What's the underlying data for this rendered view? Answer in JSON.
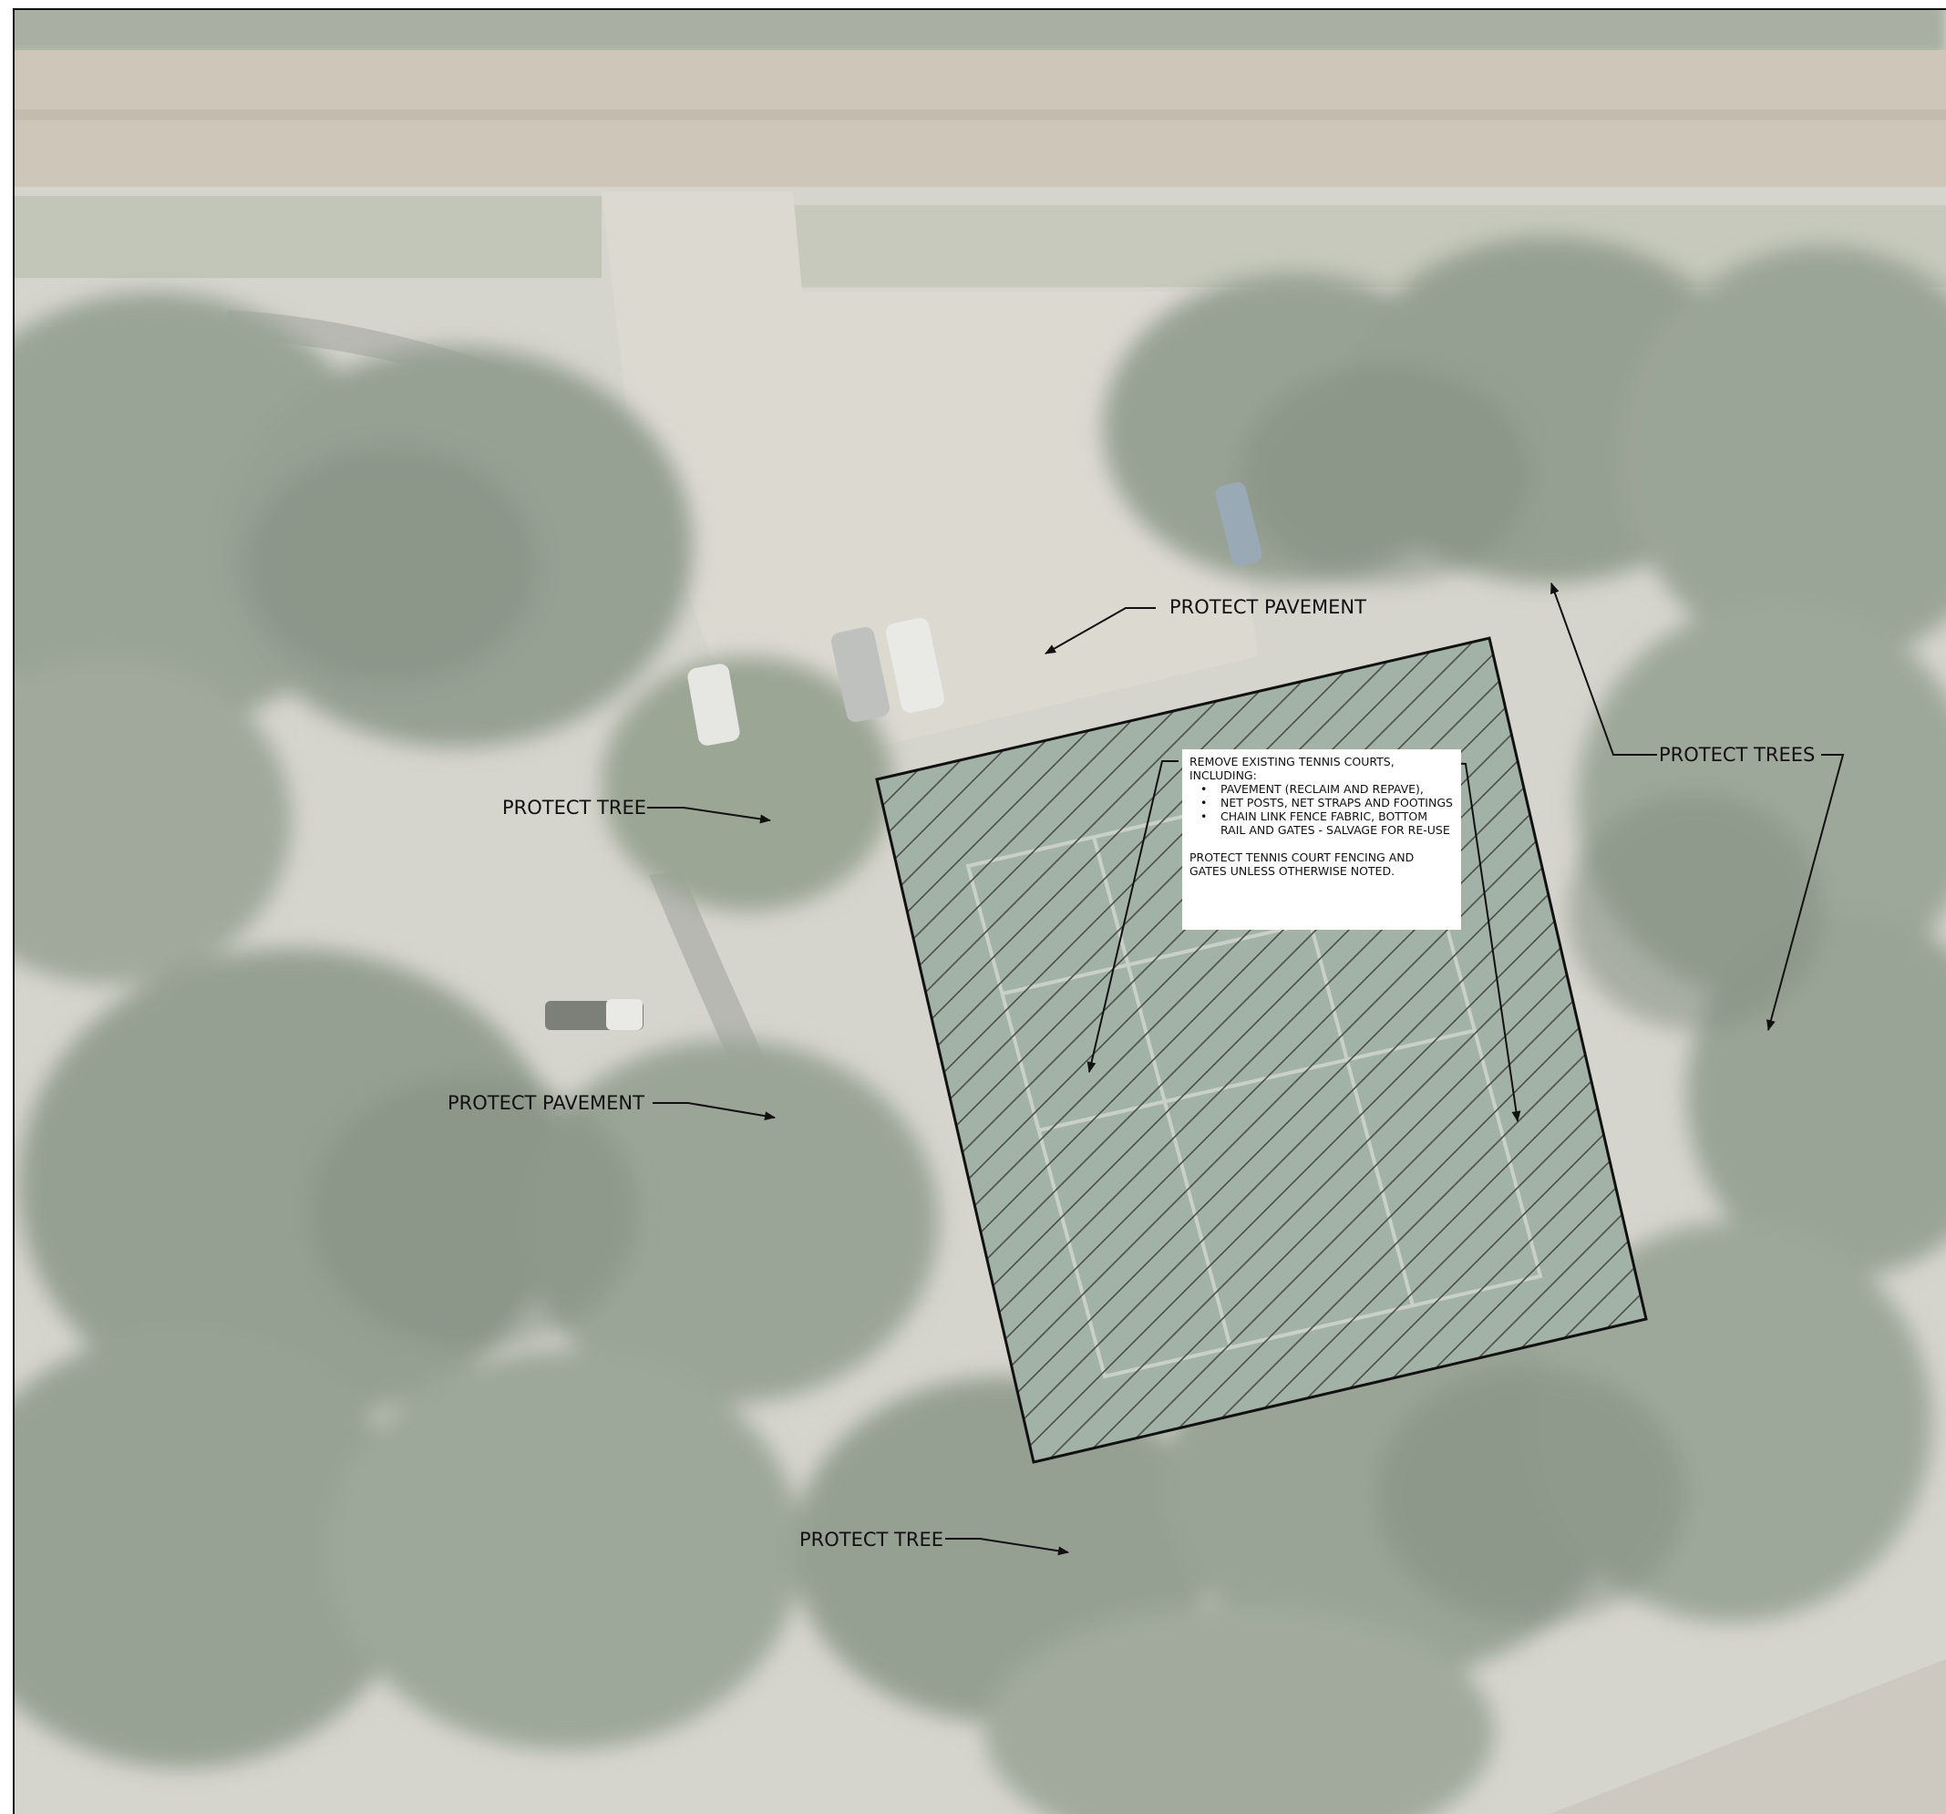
{
  "callouts": {
    "protect_pavement_top": "PROTECT PAVEMENT",
    "protect_tree_left": "PROTECT TREE",
    "protect_trees_right": "PROTECT TREES",
    "protect_pavement_left": "PROTECT PAVEMENT",
    "protect_tree_bottom": "PROTECT TREE"
  },
  "demolition_note": {
    "heading": "REMOVE EXISTING TENNIS COURTS, INCLUDING:",
    "items": [
      "PAVEMENT (RECLAIM AND REPAVE),",
      "NET POSTS, NET STRAPS AND FOOTINGS",
      "CHAIN LINK FENCE FABRIC, BOTTOM RAIL AND GATES - SALVAGE FOR RE-USE"
    ],
    "footer": "PROTECT TENNIS COURT FENCING AND GATES UNLESS OTHERWISE NOTED."
  },
  "colors": {
    "foliage": "#9ea89a",
    "foliage_dark": "#8c978a",
    "ground": "#d9d6cf",
    "road": "#cbc2b6",
    "court": "#a4b3a8",
    "linework": "#111111"
  }
}
